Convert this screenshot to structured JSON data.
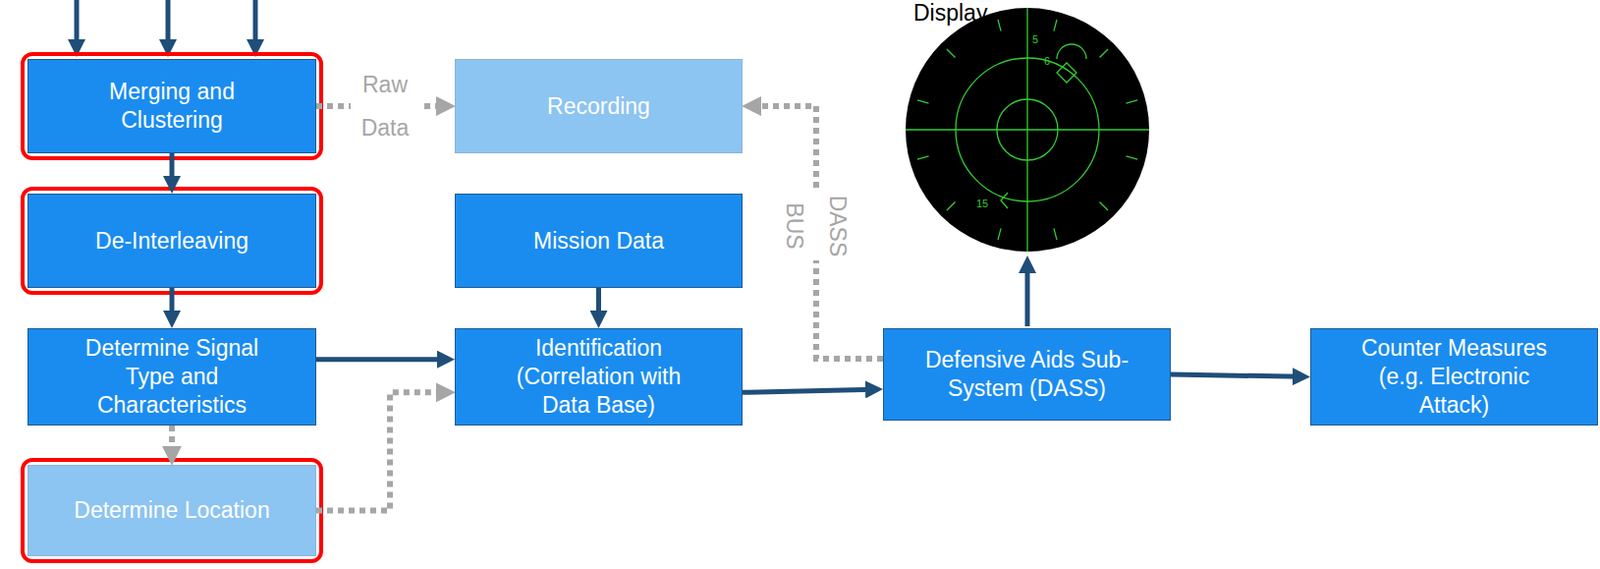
{
  "diagram": {
    "nodes": [
      {
        "text": [
          "Merging and Clustering"
        ]
      },
      {
        "text": [
          "De-Interleaving"
        ]
      },
      {
        "text": [
          "Determine Signal Type and Characteristics"
        ]
      },
      {
        "text": [
          "Determine Location"
        ]
      },
      {
        "text": [
          "Recording"
        ]
      },
      {
        "text": [
          "Mission Data"
        ]
      },
      {
        "text": [
          "Identification (Correlation with Data Base)"
        ]
      },
      {
        "text": [
          "Defensive Aids Sub-System (DASS)"
        ]
      },
      {
        "text": [
          "Counter Measures (e.g. Electronic Attack)"
        ]
      }
    ],
    "edges": [
      {
        "from": 0,
        "to": 1,
        "arrow": "to"
      },
      {
        "from": 1,
        "to": 2,
        "arrow": "to"
      },
      {
        "from": 2,
        "to": 3,
        "arrow": "to"
      },
      {
        "from": 0,
        "to": 4,
        "label": "Raw Data",
        "arrow": "to"
      },
      {
        "from": 2,
        "to": 6,
        "arrow": "to"
      },
      {
        "from": 3,
        "to": 6,
        "arrow": "to"
      },
      {
        "from": 5,
        "to": 6,
        "arrow": "to"
      },
      {
        "from": 6,
        "to": 7,
        "arrow": "to"
      },
      {
        "from": 7,
        "to": 4,
        "label": "DASS BUS",
        "arrow": "to"
      },
      {
        "from": 7,
        "to": 8,
        "arrow": "to"
      }
    ],
    "labels": [
      "Display",
      "5",
      "6",
      "15"
    ]
  }
}
